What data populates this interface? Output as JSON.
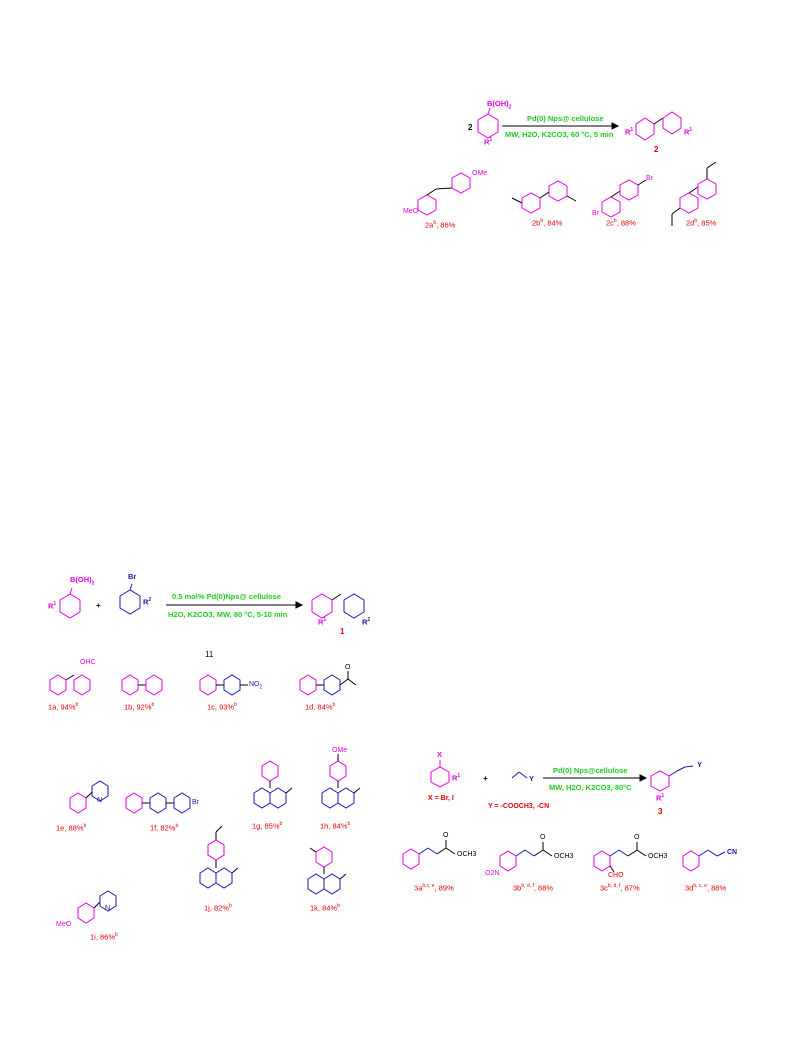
{
  "colors": {
    "reactant_magenta": "#e600e6",
    "reactant_blue": "#1a1ab3",
    "conditions_green": "#22c922",
    "label_red": "#e60000"
  },
  "scheme2": {
    "coefficient": "2",
    "reagent": "B(OH)",
    "reagent_sub": "2",
    "reagent_r": "R",
    "reagent_r_sup": "1",
    "conditions_top": "Pd(0) Nps@ cellulose",
    "conditions_bottom": "MW, H2O, K2CO3, 60 °C, 5 min",
    "product_r_left": "R",
    "product_r_left_sup": "1",
    "product_r_right": "R",
    "product_r_right_sup": "1",
    "product_number": "2",
    "products": [
      {
        "label": "2a",
        "sup": "b",
        "yield": ", 86%",
        "sub_top": "OMe",
        "sub_bottom": "MeO"
      },
      {
        "label": "2b",
        "sup": "b",
        "yield": ", 84%"
      },
      {
        "label": "2c",
        "sup": "b",
        "yield": ", 88%",
        "sub_top": "Br",
        "sub_bottom": "Br"
      },
      {
        "label": "2d",
        "sup": "b",
        "yield": ", 85%"
      }
    ]
  },
  "scheme1": {
    "reagent_a": "B(OH)",
    "reagent_a_sub": "2",
    "reagent_a_r": "R",
    "reagent_a_r_sup": "1",
    "plus": "+",
    "reagent_b": "Br",
    "reagent_b_r": "R",
    "reagent_b_r_sup": "2",
    "conditions_top": "0.5 mol% Pd(0)Nps@ cellulose",
    "conditions_bottom": "H2O, K2CO3, MW, 80 °C, 5-10 min",
    "product_r1": "R",
    "product_r1_sup": "1",
    "product_r2": "R",
    "product_r2_sup": "2",
    "product_number": "1",
    "stray_text": "11",
    "products": [
      {
        "label": "1a",
        "yield": ", 94%",
        "sup": "b",
        "sub": "OHC"
      },
      {
        "label": "1b",
        "yield": ", 92%",
        "sup": "b"
      },
      {
        "label": "1c",
        "yield": ", 93%",
        "sup": "b",
        "sub": "NO",
        "sub_index": "2"
      },
      {
        "label": "1d",
        "yield": ", 84%",
        "sup": "b",
        "sub": "O"
      },
      {
        "label": "1e",
        "yield": ", 88%",
        "sup": "b",
        "sub": "N"
      },
      {
        "label": "1f",
        "yield": ", 82%",
        "sup": "b",
        "sub": "Br"
      },
      {
        "label": "1g",
        "yield": ", 85%",
        "sup": "b"
      },
      {
        "label": "1h",
        "yield": ", 84%",
        "sup": "b",
        "sub": "OMe"
      },
      {
        "label": "1i",
        "yield": ", 86%",
        "sup": "b",
        "sub": "MeO",
        "sub2": "N"
      },
      {
        "label": "1j",
        "yield": ", 82%",
        "sup": "b"
      },
      {
        "label": "1k",
        "yield": ", 84%",
        "sup": "b"
      }
    ]
  },
  "scheme3": {
    "reagent_x": "X",
    "reagent_r": "R",
    "reagent_r_sup": "1",
    "plus": "+",
    "alkene_y": "Y",
    "x_def": "X = Br, I",
    "y_def": "Y = -COOCH3, -CN",
    "conditions_top": "Pd(0) Nps@cellulose",
    "conditions_bottom": "MW, H2O, K2CO3, 80°C",
    "product_y": "Y",
    "product_r": "R",
    "product_r_sup": "1",
    "product_number": "3",
    "products": [
      {
        "label": "3a",
        "sup": "b,c, e",
        "yield": ", 89%",
        "sub": "OCH3",
        "o": "O"
      },
      {
        "label": "3b",
        "sup": "b, d, f",
        "yield": ", 88%",
        "sub": "OCH3",
        "o": "O",
        "no2": "O2N"
      },
      {
        "label": "3c",
        "sup": "b, d, f",
        "yield": ", 87%",
        "sub": "OCH3",
        "o": "O",
        "cho": "CHO"
      },
      {
        "label": "3d",
        "sup": "b, c, e",
        "yield": ", 88%",
        "sub": "CN"
      }
    ]
  }
}
